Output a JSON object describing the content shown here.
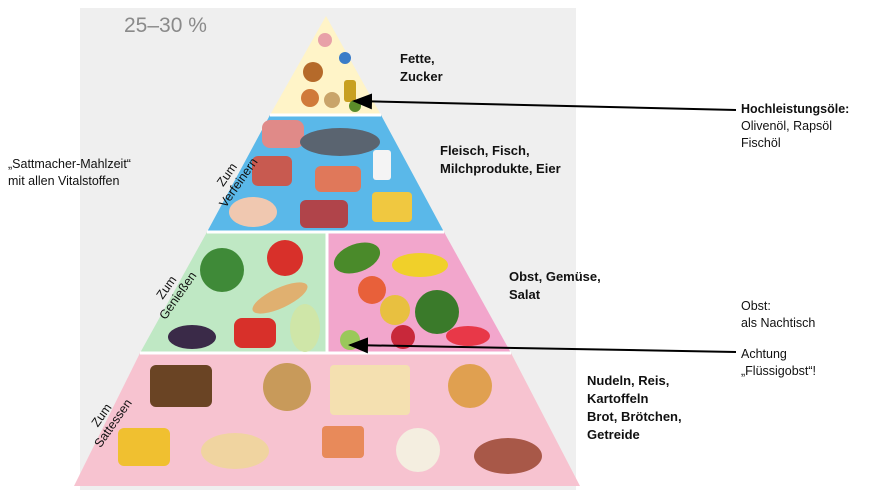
{
  "top_percentage": "25–30 %",
  "pyramid_levels": [
    {
      "id": "fats",
      "label_line1": "Fette,",
      "label_line2": "Zucker",
      "color": "#fff4c8"
    },
    {
      "id": "protein",
      "label_line1": "Fleisch, Fisch,",
      "label_line2": "Milchprodukte, Eier",
      "color": "#5ab8e9"
    },
    {
      "id": "produce",
      "label_line1": "Obst, Gemüse,",
      "label_line2": "Salat",
      "color": "#f2a6cc"
    },
    {
      "id": "grains",
      "label_line1": "Nudeln, Reis,",
      "label_line2": "Kartoffeln",
      "label_line3": "Brot, Brötchen,",
      "label_line4": "Getreide",
      "color": "#f7c3d0"
    }
  ],
  "side_labels": {
    "verfeinern": {
      "line1": "Zum",
      "line2": "Verfeinern"
    },
    "geniessen": {
      "line1": "Zum",
      "line2": "Genießen"
    },
    "sattessen": {
      "line1": "Zum",
      "line2": "Sattessen"
    }
  },
  "left_note": {
    "line1": "„Sattmacher-Mahlzeit“",
    "line2": "mit allen Vitalstoffen"
  },
  "right_notes": {
    "oils_title": "Hochleistungsöle:",
    "oils_line1": "Olivenöl, Rapsöl",
    "oils_line2": "Fischöl",
    "obst_line1": "Obst:",
    "obst_line2": "als Nachtisch",
    "achtung_line1": "Achtung",
    "achtung_line2": "„Flüssigobst“!"
  }
}
